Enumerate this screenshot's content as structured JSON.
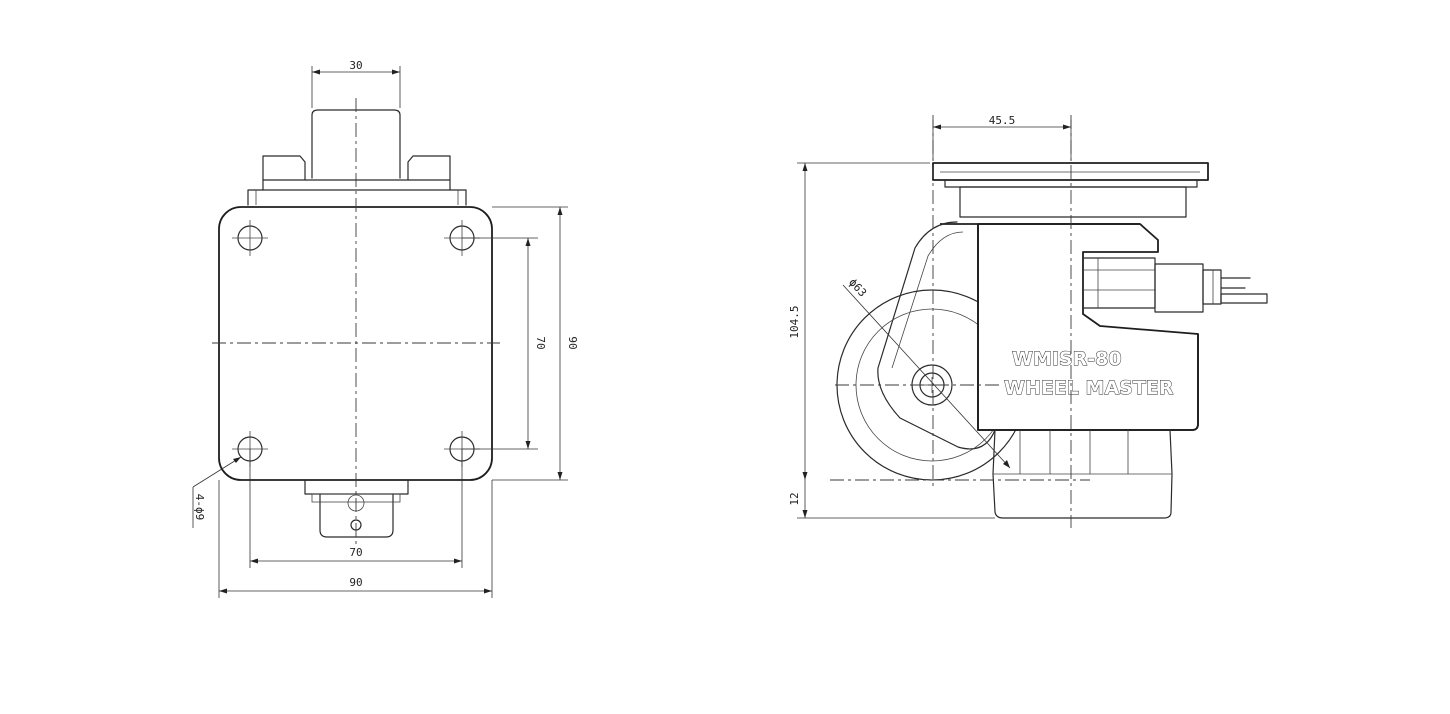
{
  "front_view": {
    "dimensions": {
      "stem_width": "30",
      "hole_spacing_vertical": "70",
      "plate_height": "90",
      "hole_spacing_horizontal": "70",
      "plate_width": "90",
      "hole_callout": "4-ϕ9"
    }
  },
  "side_view": {
    "dimensions": {
      "offset": "45.5",
      "total_height": "104.5",
      "wheel_diameter": "ϕ63",
      "foot_height": "12"
    },
    "model_label": "WMISR-80",
    "brand_label": "WHEEL MASTER"
  }
}
